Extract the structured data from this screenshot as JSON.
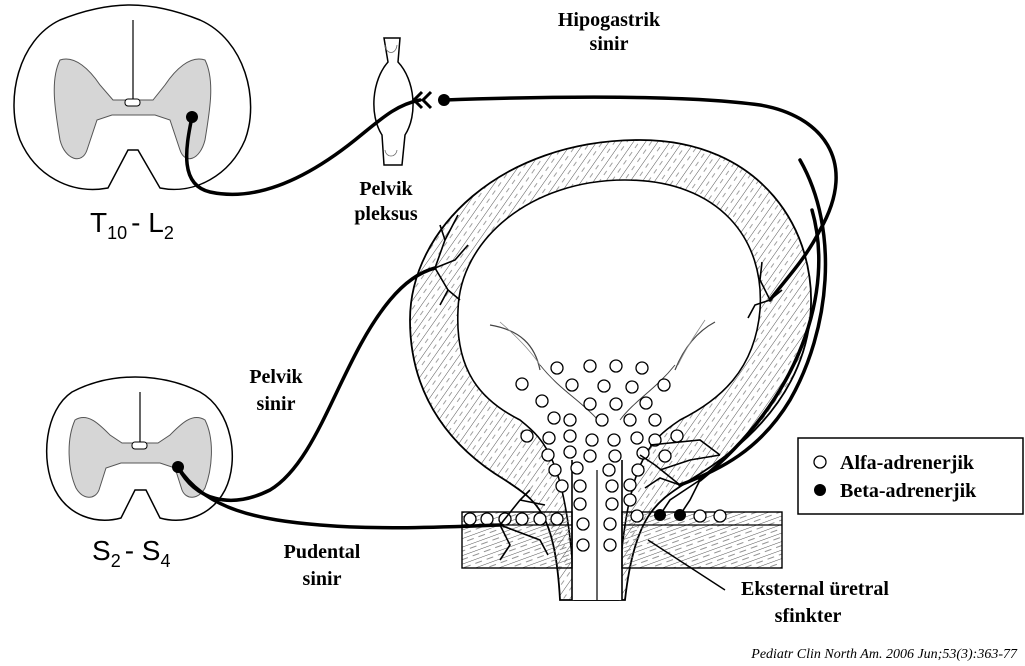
{
  "labels": {
    "hypogastric_line1": "Hipogastrik",
    "hypogastric_line2": "sinir",
    "pelvic_plexus_line1": "Pelvik",
    "pelvic_plexus_line2": "pleksus",
    "pelvic_nerve_line1": "Pelvik",
    "pelvic_nerve_line2": "sinir",
    "pudendal_line1": "Pudental",
    "pudendal_line2": "sinir",
    "sphincter_line1": "Eksternal üretral",
    "sphincter_line2": "sfinkter"
  },
  "segments": {
    "upper": {
      "prefix": "T",
      "sub1": "10",
      "mid": "- L",
      "sub2": "2"
    },
    "lower": {
      "prefix": "S",
      "sub1": "2",
      "mid": "- S",
      "sub2": "4"
    }
  },
  "legend": {
    "alpha": "Alfa-adrenerjik",
    "beta": "Beta-adrenerjik"
  },
  "citation": "Pediatr Clin North Am. 2006 Jun;53(3):363-77"
}
